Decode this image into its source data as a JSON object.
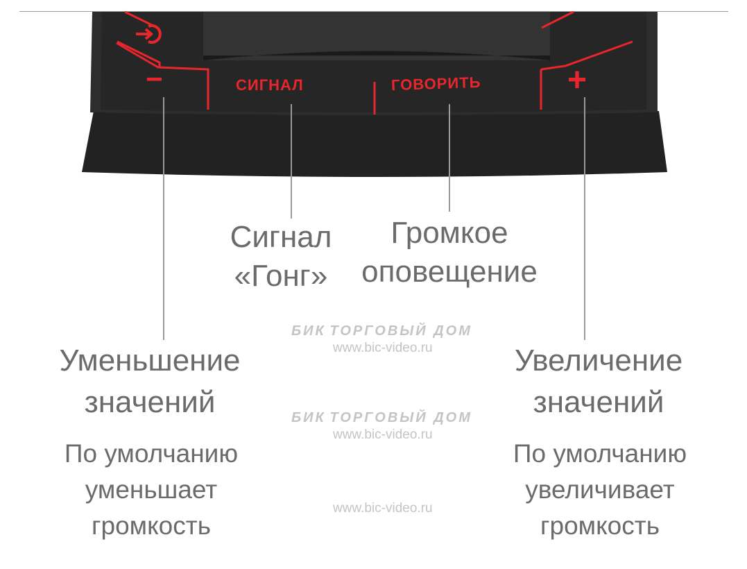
{
  "device": {
    "buttons": {
      "power_icon": "power-login-icon",
      "minus": "−",
      "signal": "СИГНАЛ",
      "talk": "ГОВОРИТЬ",
      "plus": "+"
    },
    "accent_color": "#e8262b",
    "body_color": "#2a2a2a"
  },
  "callouts": {
    "signal": {
      "line1": "Сигнал",
      "line2": "«Гонг»"
    },
    "talk": {
      "line1": "Громкое",
      "line2": "оповещение"
    },
    "minus": {
      "title1": "Уменьшение",
      "title2": "значений",
      "desc1": "По умолчанию",
      "desc2": "уменьшает",
      "desc3": "громкость"
    },
    "plus": {
      "title1": "Увеличение",
      "title2": "значений",
      "desc1": "По умолчанию",
      "desc2": "увеличивает",
      "desc3": "громкость"
    }
  },
  "watermark": {
    "brand": "БИК",
    "company": "ТОРГОВЫЙ ДОМ",
    "url": "www.bic-video.ru"
  }
}
